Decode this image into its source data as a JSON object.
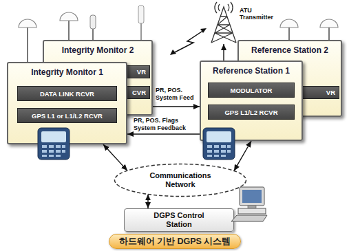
{
  "diagram": {
    "caption": "하드웨어 기반 DGPS 시스템",
    "nodes": [
      {
        "text": [
          "Integrity Monitor 2"
        ]
      },
      {
        "text": [
          "VR"
        ],
        "in": 0
      },
      {
        "text": [
          "CVR"
        ],
        "in": 0
      },
      {
        "text": [
          "Integrity Monitor 1"
        ]
      },
      {
        "text": [
          "DATA LINK RCVR"
        ],
        "in": 3
      },
      {
        "text": [
          "GPS L1 or L1/L2 RCVR"
        ],
        "in": 3
      },
      {
        "text": [
          "ATU Transmitter"
        ]
      },
      {
        "text": [
          "Reference Station 2"
        ]
      },
      {
        "text": [
          "VR"
        ],
        "in": 7
      },
      {
        "text": [
          "Reference Station 1"
        ]
      },
      {
        "text": [
          "MODULATOR"
        ],
        "in": 9
      },
      {
        "text": [
          "GPS L1/L2 RCVR"
        ],
        "in": 9
      },
      {
        "text": [
          "Communications Network"
        ]
      },
      {
        "text": [
          "DGPS Control Station"
        ]
      }
    ],
    "edges": [
      {
        "from": 3,
        "to": 9,
        "label": "PR, POS. System Feed",
        "arrow": "to"
      },
      {
        "from": 9,
        "to": 3,
        "label": "PR, POS. Flags System Feedback",
        "arrow": "to"
      },
      {
        "from": 3,
        "to": 12,
        "arrow": "both"
      },
      {
        "from": 9,
        "to": 12,
        "arrow": "both"
      },
      {
        "from": 12,
        "to": 13,
        "arrow": "both"
      },
      {
        "from": 9,
        "to": 6,
        "arrow": "to"
      }
    ]
  }
}
